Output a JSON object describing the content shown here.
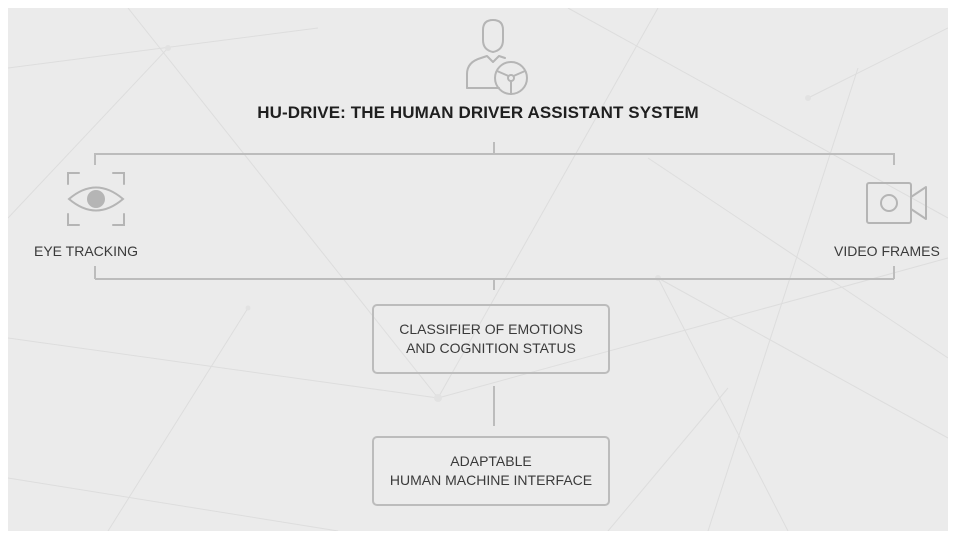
{
  "title": "HU-DRIVE: THE HUMAN DRIVER ASSISTANT SYSTEM",
  "inputs": {
    "left": {
      "label": "EYE TRACKING",
      "icon": "eye-icon"
    },
    "right": {
      "label": "VIDEO FRAMES",
      "icon": "video-camera-icon"
    }
  },
  "boxes": {
    "classifier": {
      "line1": "CLASSIFIER OF EMOTIONS",
      "line2": "AND COGNITION STATUS"
    },
    "interface": {
      "line1": "ADAPTABLE",
      "line2": "HUMAN MACHINE INTERFACE"
    }
  },
  "top_icon": "driver-steering-wheel-icon",
  "colors": {
    "background": "#ebebeb",
    "lines": "#bcbcbc",
    "icons": "#b5b5b5",
    "title_text": "#1f1f1f",
    "body_text": "#3a3a3a"
  }
}
